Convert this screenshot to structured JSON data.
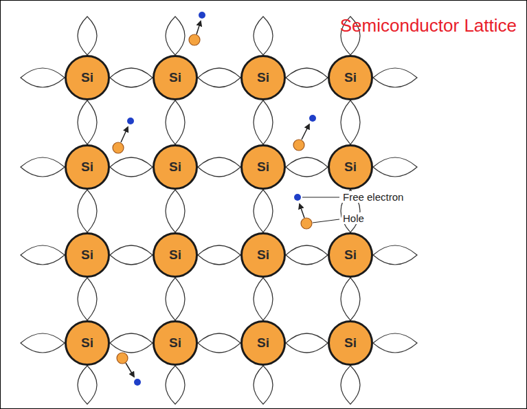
{
  "diagram": {
    "title": "Semiconductor Lattice",
    "nodes": [
      {
        "text": [
          "Si"
        ]
      },
      {
        "text": [
          "Si"
        ]
      },
      {
        "text": [
          "Si"
        ]
      },
      {
        "text": [
          "Si"
        ]
      },
      {
        "text": [
          "Si"
        ]
      },
      {
        "text": [
          "Si"
        ]
      },
      {
        "text": [
          "Si"
        ]
      },
      {
        "text": [
          "Si"
        ]
      },
      {
        "text": [
          "Si"
        ]
      },
      {
        "text": [
          "Si"
        ]
      },
      {
        "text": [
          "Si"
        ]
      },
      {
        "text": [
          "Si"
        ]
      },
      {
        "text": [
          "Si"
        ]
      },
      {
        "text": [
          "Si"
        ]
      },
      {
        "text": [
          "Si"
        ]
      },
      {
        "text": [
          "Si"
        ]
      }
    ],
    "edges": [
      {
        "from": 0,
        "to": 1,
        "arrow": "none"
      },
      {
        "from": 1,
        "to": 2,
        "arrow": "none"
      },
      {
        "from": 2,
        "to": 3,
        "arrow": "none"
      },
      {
        "from": 4,
        "to": 5,
        "arrow": "none"
      },
      {
        "from": 5,
        "to": 6,
        "arrow": "none"
      },
      {
        "from": 6,
        "to": 7,
        "arrow": "none"
      },
      {
        "from": 8,
        "to": 9,
        "arrow": "none"
      },
      {
        "from": 9,
        "to": 10,
        "arrow": "none"
      },
      {
        "from": 10,
        "to": 11,
        "arrow": "none"
      },
      {
        "from": 12,
        "to": 13,
        "arrow": "none"
      },
      {
        "from": 13,
        "to": 14,
        "arrow": "none"
      },
      {
        "from": 14,
        "to": 15,
        "arrow": "none"
      },
      {
        "from": 0,
        "to": 4,
        "arrow": "none"
      },
      {
        "from": 1,
        "to": 5,
        "arrow": "none"
      },
      {
        "from": 2,
        "to": 6,
        "arrow": "none"
      },
      {
        "from": 3,
        "to": 7,
        "arrow": "none"
      },
      {
        "from": 4,
        "to": 8,
        "arrow": "none"
      },
      {
        "from": 5,
        "to": 9,
        "arrow": "none"
      },
      {
        "from": 6,
        "to": 10,
        "arrow": "none"
      },
      {
        "from": 7,
        "to": 11,
        "arrow": "none"
      },
      {
        "from": 8,
        "to": 12,
        "arrow": "none"
      },
      {
        "from": 9,
        "to": 13,
        "arrow": "none"
      },
      {
        "from": 10,
        "to": 14,
        "arrow": "none"
      },
      {
        "from": 11,
        "to": 15,
        "arrow": "none"
      }
    ],
    "labels": [
      "Free electron",
      "Hole"
    ]
  }
}
